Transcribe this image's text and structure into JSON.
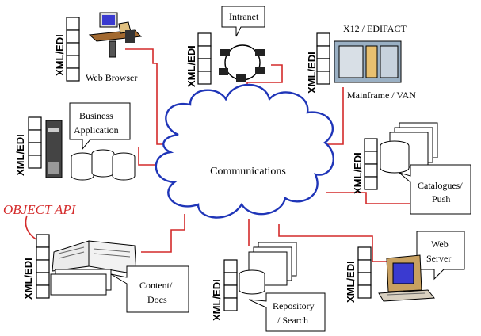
{
  "center": {
    "label": "Communications"
  },
  "colors": {
    "link": "#d42a2a",
    "cloud": "#1f35b8",
    "accent_red": "#d42a2a"
  },
  "edi_label": "XML/EDI",
  "object_api": "OBJECT API",
  "nodes": {
    "web_browser": {
      "label": "Web Browser",
      "icon": "workstation-icon"
    },
    "intranet": {
      "label": "Intranet",
      "icon": "network-ring-icon"
    },
    "mainframe": {
      "label_top": "X12 / EDIFACT",
      "label_bottom": "Mainframe / VAN",
      "icon": "mainframe-icon"
    },
    "business_app": {
      "label_line1": "Business",
      "label_line2": "Application",
      "icon": "server-database-icon"
    },
    "catalogues": {
      "label_line1": "Catalogues/",
      "label_line2": "Push",
      "icon": "documents-database-icon"
    },
    "content_docs": {
      "label_line1": "Content/",
      "label_line2": "Docs",
      "icon": "open-book-icon"
    },
    "repository": {
      "label_line1": "Repository",
      "label_line2": "/ Search",
      "icon": "documents-database-icon"
    },
    "web_server": {
      "label_line1": "Web",
      "label_line2": "Server",
      "icon": "computer-icon"
    }
  }
}
